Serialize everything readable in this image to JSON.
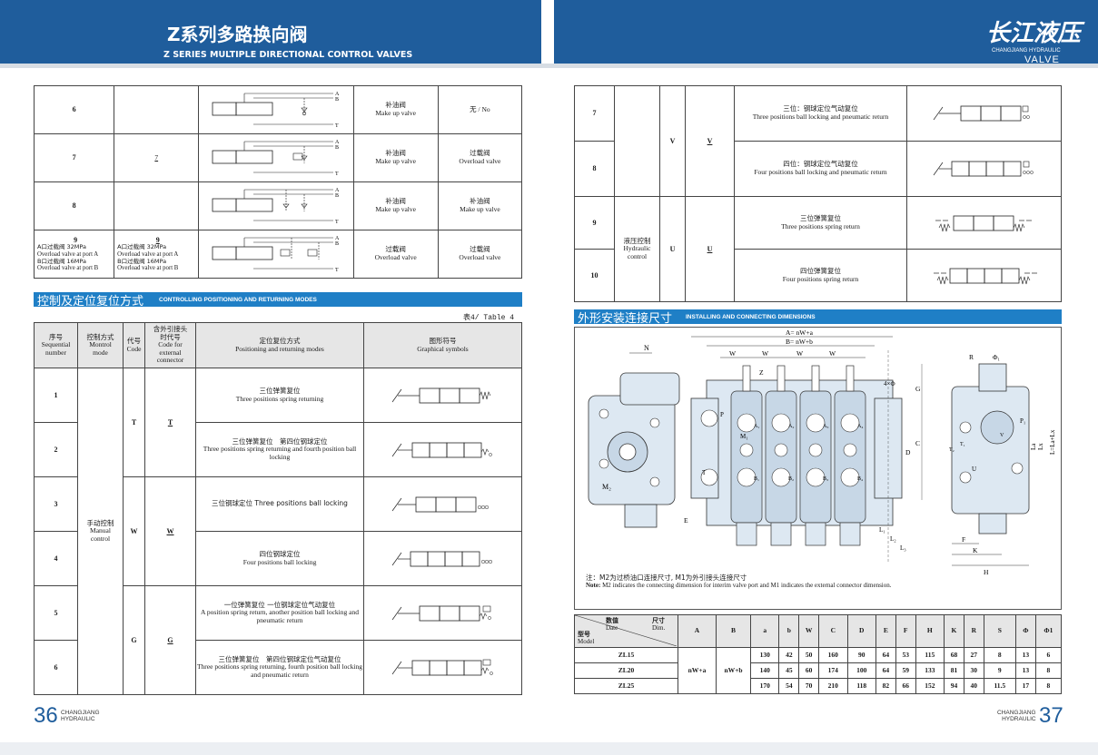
{
  "header": {
    "title_zh": "Z系列多路换向阀",
    "title_en": "Z SERIES MULTIPLE DIRECTIONAL CONTROL VALVES",
    "logo": "长江液压",
    "logo_sub": "CHANGJIANG HYDRAULIC",
    "logo_valve": "VALVE"
  },
  "left_top_table": {
    "rows": [
      {
        "no": "6",
        "code": "",
        "func_zh": "补油阀",
        "func_en": "Make up valve",
        "right": "无 / No",
        "right_en": ""
      },
      {
        "no": "7",
        "code": "7",
        "func_zh": "补油阀",
        "func_en": "Make up valve",
        "right": "过载阀",
        "right_en": "Overload valve"
      },
      {
        "no": "8",
        "code": "",
        "func_zh": "补油阀",
        "func_en": "Make up valve",
        "right": "补油阀",
        "right_en": "Make up valve"
      },
      {
        "no": "9",
        "code": "9",
        "func_zh": "过载阀",
        "func_en": "Overload valve",
        "right": "过载阀",
        "right_en": "Overload valve"
      }
    ],
    "row9_note": [
      "A口过载阀 32MPa",
      "Overload valve at port A",
      "B口过载阀 16MPa",
      "Overload valve at port B"
    ],
    "port_labels": [
      "A",
      "B",
      "T"
    ]
  },
  "section1": {
    "zh": "控制及定位复位方式",
    "en": "CONTROLLING POSITIONING AND RETURNING MODES"
  },
  "table4_label": "表4/ Table 4",
  "table4": {
    "headers": {
      "seq": [
        "序号",
        "Sequential",
        "number"
      ],
      "mode": [
        "控制方式",
        "Montrol",
        "mode"
      ],
      "code": [
        "代号",
        "Code"
      ],
      "ext": [
        "含外引接头",
        "时代号",
        "Code for",
        "external",
        "connector"
      ],
      "pos": [
        "定位复位方式",
        "Positioning and returning modes"
      ],
      "sym": [
        "图形符号",
        "Graphical symbols"
      ]
    },
    "manual": [
      "手动控制",
      "Manual",
      "control"
    ],
    "rows": [
      {
        "no": "1",
        "zh": "三位弹簧复位",
        "en": "Three positions spring returning"
      },
      {
        "no": "2",
        "zh": "三位弹簧复位　第四位钢球定位",
        "en": "Three positions spring returning and fourth position ball locking"
      },
      {
        "no": "3",
        "zh": "三位钢球定位 Three positions ball locking",
        "en": ""
      },
      {
        "no": "4",
        "zh": "四位钢球定位",
        "en": "Four positions ball locking"
      },
      {
        "no": "5",
        "zh": "一位弹簧复位 一位钢球定位气动复位",
        "en": "A position spring return, another position ball locking and pneumatic return"
      },
      {
        "no": "6",
        "zh": "三位弹簧复位　第四位钢球定位气动复位",
        "en": "Three positions spring returning, fourth position ball locking and pneumatic return"
      }
    ],
    "codes": {
      "T": "T",
      "W": "W",
      "G": "G"
    }
  },
  "right_top_table": {
    "rows": [
      {
        "no": "7",
        "zh": "三位：钢球定位气动复位",
        "en": "Three positions ball locking and pneumatic return"
      },
      {
        "no": "8",
        "zh": "四位：钢球定位气动复位",
        "en": "Four positions ball locking and pneumatic return"
      },
      {
        "no": "9",
        "zh": "三位弹簧复位",
        "en": "Three positions spring return"
      },
      {
        "no": "10",
        "zh": "四位弹簧复位",
        "en": "Four positions spring return"
      }
    ],
    "codes": {
      "V": "V",
      "U": "U"
    },
    "hyd": [
      "液压控制",
      "Hydraulic",
      "control"
    ]
  },
  "section2": {
    "zh": "外形安装连接尺寸",
    "en": "INSTALLING AND CONNECTING DIMENSIONS"
  },
  "drawing": {
    "dim_top": [
      "A= nW+a",
      "B= nW+b"
    ],
    "labels": [
      "N",
      "W",
      "Z",
      "S",
      "4×Φ",
      "G",
      "C",
      "D",
      "E",
      "L1",
      "L2",
      "L3",
      "M2",
      "M1",
      "P",
      "T",
      "A1",
      "A2",
      "A3",
      "A4",
      "B1",
      "B2",
      "B3",
      "B4",
      "R",
      "Φ1",
      "Lx",
      "La",
      "L=La+Lx",
      "T1",
      "T2",
      "V",
      "U",
      "F",
      "K",
      "H"
    ]
  },
  "note": {
    "zh": "注：M2为过桥油口连接尺寸, M1为外引接头连接尺寸",
    "en_label": "Note:",
    "en": "M2 indicates the connecting dimension for interim valve port and M1 indicates the external connector dimension."
  },
  "dim_table": {
    "head_value": "数值",
    "head_date": "Date",
    "head_size": "尺寸",
    "head_dim": "Dim.",
    "head_model_zh": "型号",
    "head_model": "Model",
    "cols": [
      "A",
      "B",
      "a",
      "b",
      "W",
      "C",
      "D",
      "E",
      "F",
      "H",
      "K",
      "R",
      "S",
      "Φ",
      "Φ1"
    ],
    "A_val": "nW+a",
    "B_val": "nW+b",
    "rows": [
      {
        "model": "ZL15",
        "vals": [
          "130",
          "42",
          "50",
          "160",
          "90",
          "64",
          "53",
          "115",
          "68",
          "27",
          "8",
          "13",
          "6"
        ]
      },
      {
        "model": "ZL20",
        "vals": [
          "140",
          "45",
          "60",
          "174",
          "100",
          "64",
          "59",
          "133",
          "81",
          "30",
          "9",
          "13",
          "8"
        ]
      },
      {
        "model": "ZL25",
        "vals": [
          "170",
          "54",
          "70",
          "210",
          "118",
          "82",
          "66",
          "152",
          "94",
          "40",
          "11.5",
          "17",
          "8"
        ]
      }
    ]
  },
  "footer": {
    "left_page": "36",
    "right_page": "37",
    "brand1": "CHANGJIANG",
    "brand2": "HYDRAULIC"
  },
  "colors": {
    "brand": "#1f5d9c",
    "section": "#1f7fc6"
  }
}
